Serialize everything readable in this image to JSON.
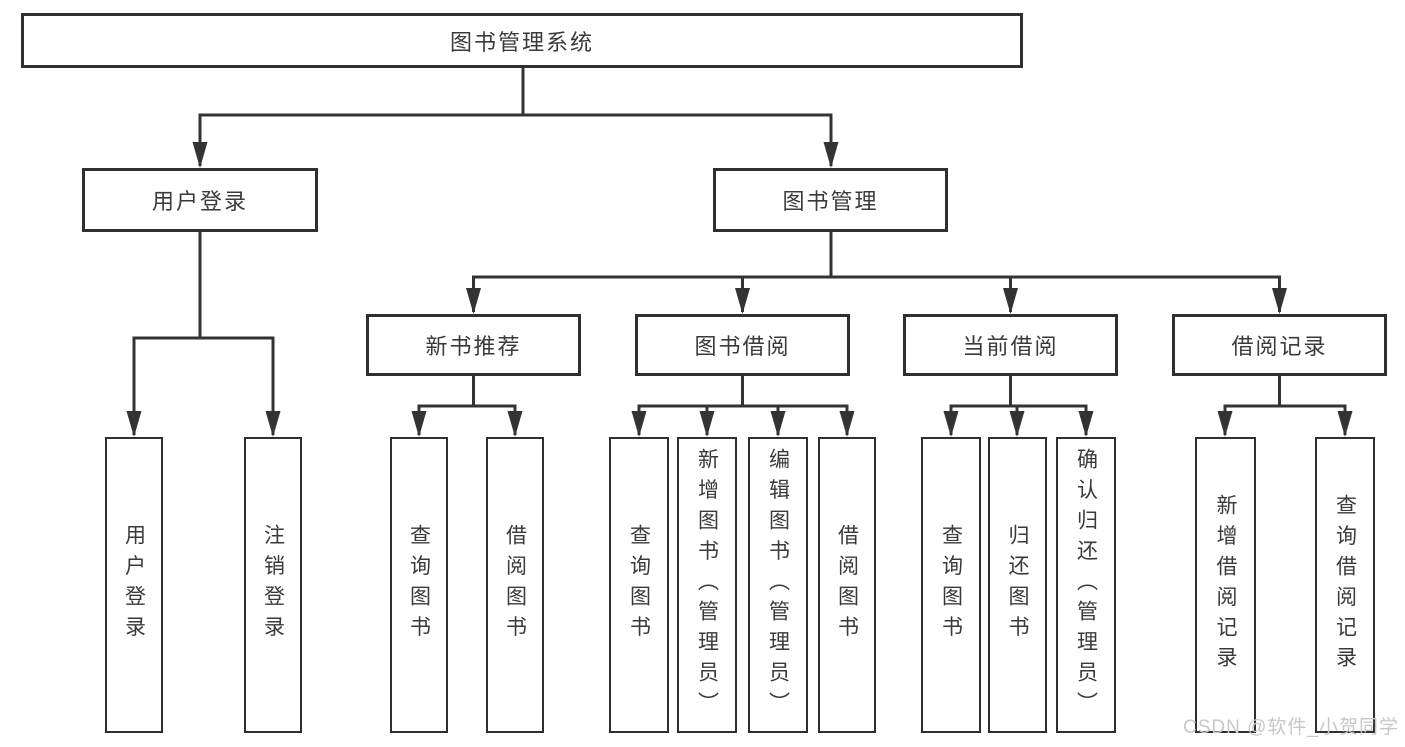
{
  "diagram": {
    "title": "图书管理系统",
    "tree": {
      "label": "图书管理系统",
      "children": [
        {
          "label": "用户登录",
          "children": [
            {
              "label": "用户登录"
            },
            {
              "label": "注销登录"
            }
          ]
        },
        {
          "label": "图书管理",
          "children": [
            {
              "label": "新书推荐",
              "children": [
                {
                  "label": "查询图书"
                },
                {
                  "label": "借阅图书"
                }
              ]
            },
            {
              "label": "图书借阅",
              "children": [
                {
                  "label": "查询图书"
                },
                {
                  "label": "新增图书（管理员）"
                },
                {
                  "label": "编辑图书（管理员）"
                },
                {
                  "label": "借阅图书"
                }
              ]
            },
            {
              "label": "当前借阅",
              "children": [
                {
                  "label": "查询图书"
                },
                {
                  "label": "归还图书"
                },
                {
                  "label": "确认归还（管理员）"
                }
              ]
            },
            {
              "label": "借阅记录",
              "children": [
                {
                  "label": "新增借阅记录"
                },
                {
                  "label": "查询借阅记录"
                }
              ]
            }
          ]
        }
      ]
    }
  },
  "watermark": {
    "text": "CSDN @软件_小贺同学"
  },
  "colors": {
    "line": "#333333",
    "box_border": "#2f2f2f",
    "text": "#3a3a3a",
    "background": "#ffffff",
    "watermark": "#c8c8c8"
  }
}
